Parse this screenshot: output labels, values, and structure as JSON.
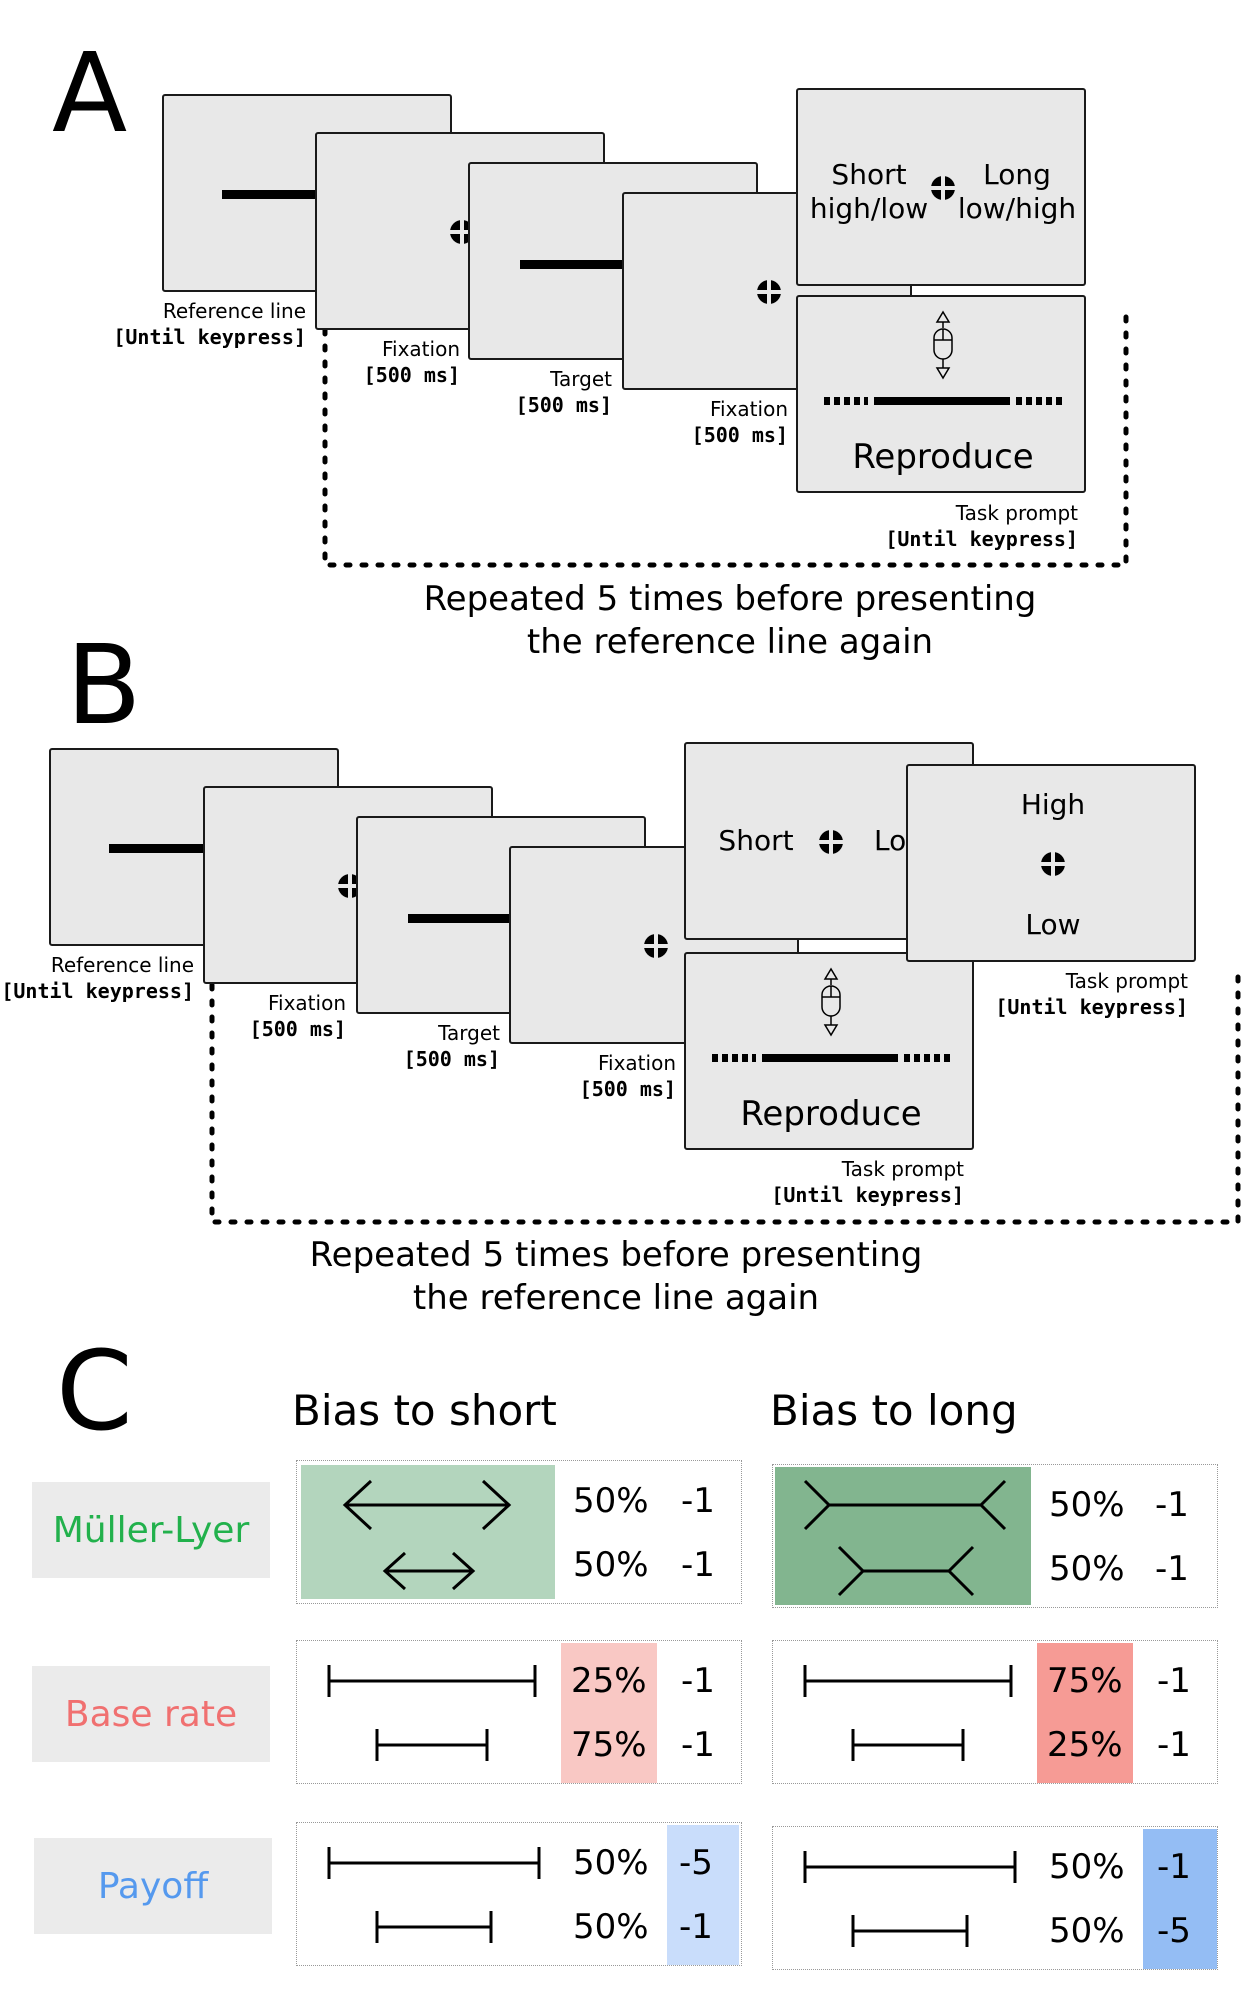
{
  "panelA": {
    "letter": "A",
    "screens": {
      "reference": {
        "caption": "Reference line",
        "timing": "[Until keypress]"
      },
      "fixation1": {
        "caption": "Fixation",
        "timing": "[500 ms]"
      },
      "target": {
        "caption": "Target",
        "timing": "[500 ms]"
      },
      "fixation2": {
        "caption": "Fixation",
        "timing": "[500 ms]"
      },
      "prompt": {
        "short": "Short",
        "short_sub": "high/low",
        "long": "Long",
        "long_sub": "low/high"
      },
      "reproduce": {
        "label": "Reproduce",
        "caption": "Task prompt",
        "timing": "[Until keypress]"
      }
    },
    "repeat_line1": "Repeated 5 times before presenting",
    "repeat_line2": "the reference line again"
  },
  "panelB": {
    "letter": "B",
    "screens": {
      "reference": {
        "caption": "Reference line",
        "timing": "[Until keypress]"
      },
      "fixation1": {
        "caption": "Fixation",
        "timing": "[500 ms]"
      },
      "target": {
        "caption": "Target",
        "timing": "[500 ms]"
      },
      "fixation2": {
        "caption": "Fixation",
        "timing": "[500 ms]"
      },
      "prompt_short": {
        "short": "Short",
        "long": "Lo"
      },
      "prompt_high": {
        "high": "High",
        "low": "Low",
        "caption": "Task prompt",
        "timing": "[Until keypress]"
      },
      "reproduce": {
        "label": "Reproduce",
        "caption": "Task prompt",
        "timing": "[Until keypress]"
      }
    },
    "repeat_line1": "Repeated 5 times before presenting",
    "repeat_line2": "the reference line again"
  },
  "panelC": {
    "letter": "C",
    "col_short": "Bias to short",
    "col_long": "Bias to long",
    "rows": [
      {
        "label": "Müller-Lyer",
        "color": "#22b14c",
        "short": {
          "p1": "50%",
          "v1": "-1",
          "p2": "50%",
          "v2": "-1"
        },
        "long": {
          "p1": "50%",
          "v1": "-1",
          "p2": "50%",
          "v2": "-1"
        }
      },
      {
        "label": "Base rate",
        "color": "#f07070",
        "short": {
          "p1": "25%",
          "v1": "-1",
          "p2": "75%",
          "v2": "-1"
        },
        "long": {
          "p1": "75%",
          "v1": "-1",
          "p2": "25%",
          "v2": "-1"
        }
      },
      {
        "label": "Payoff",
        "color": "#5599ee",
        "short": {
          "p1": "50%",
          "v1": "-5",
          "p2": "50%",
          "v2": "-1"
        },
        "long": {
          "p1": "50%",
          "v1": "-1",
          "p2": "50%",
          "v2": "-5"
        }
      }
    ],
    "colors": {
      "ml_short_bg": "#b3d5bd",
      "ml_long_bg": "#82b58f",
      "base_light": "#f9c8c4",
      "base_dark": "#f69b95",
      "payoff_light": "#c9ddfb",
      "payoff_dark": "#94bdf4"
    }
  }
}
